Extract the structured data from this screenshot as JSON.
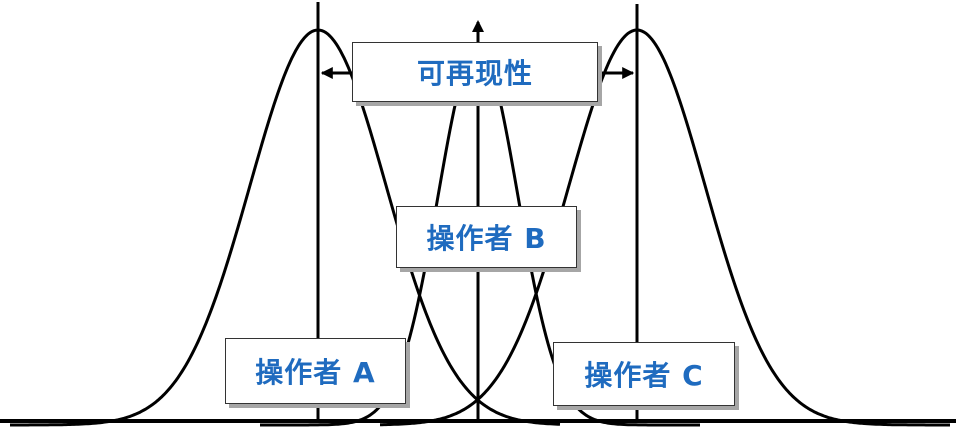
{
  "labels": {
    "reproducibility": "可再现性",
    "operator_a": "操作者 A",
    "operator_b": "操作者 B",
    "operator_c": "操作者 C"
  },
  "colors": {
    "label_text": "#1f6bbf",
    "line": "#000000",
    "box_shadow": "#a6a6a6"
  }
}
